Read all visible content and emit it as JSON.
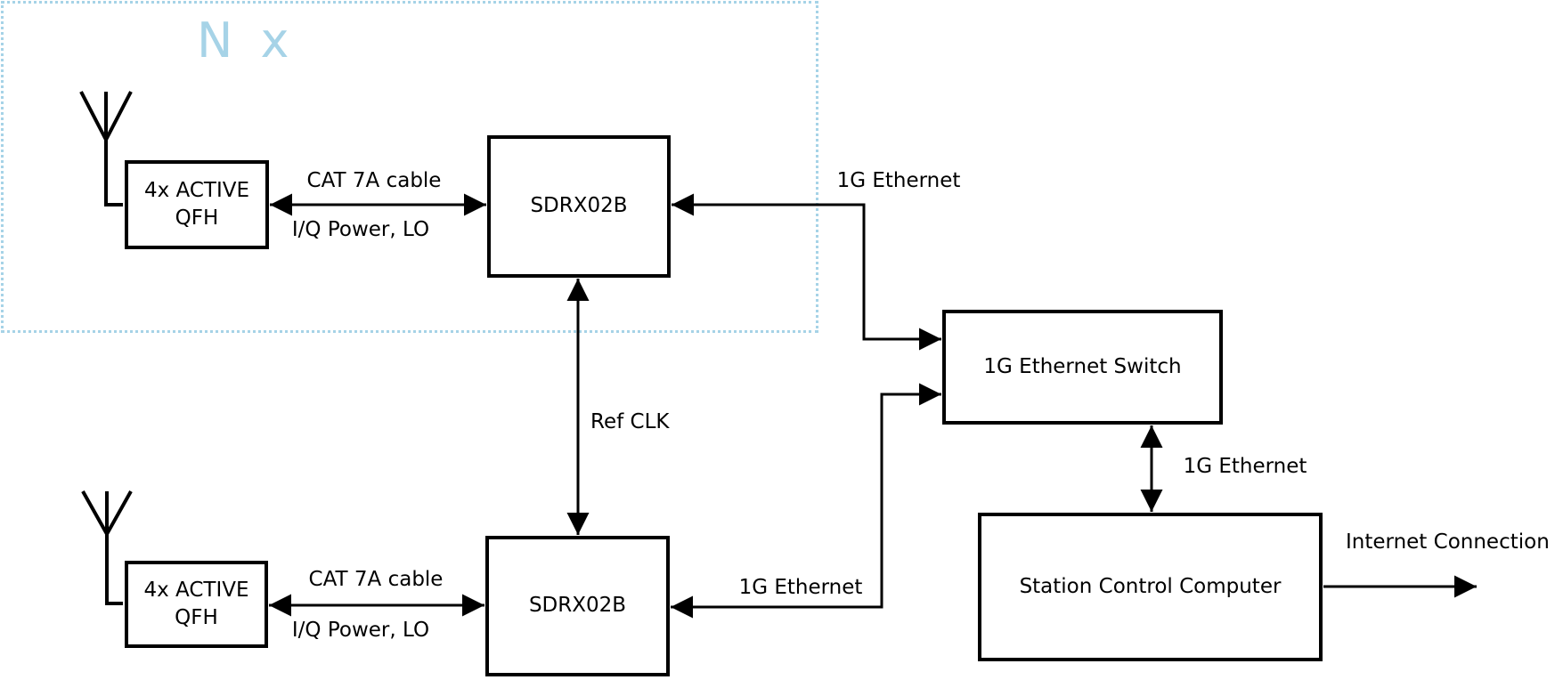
{
  "repeat_frame": {
    "label": "N x"
  },
  "nodes": {
    "qfh_top": {
      "label": "4x ACTIVE\nQFH"
    },
    "sdrx_top": {
      "label": "SDRX02B"
    },
    "qfh_bottom": {
      "label": "4x ACTIVE\nQFH"
    },
    "sdrx_bottom": {
      "label": "SDRX02B"
    },
    "ethernet_switch": {
      "label": "1G Ethernet Switch"
    },
    "station_computer": {
      "label": "Station Control Computer"
    }
  },
  "edges": {
    "cat7a_top": {
      "above": "CAT 7A cable",
      "below": "I/Q Power, LO"
    },
    "cat7a_bottom": {
      "above": "CAT 7A cable",
      "below": "I/Q Power, LO"
    },
    "ref_clk": {
      "label": "Ref CLK"
    },
    "ethernet_top": {
      "label": "1G Ethernet"
    },
    "ethernet_bottom": {
      "label": "1G Ethernet"
    },
    "ethernet_switch_link": {
      "label": "1G Ethernet"
    },
    "internet": {
      "label": "Internet Connection"
    }
  },
  "colors": {
    "accent_blue": "#a6d3e7",
    "line": "#000000",
    "background": "#ffffff"
  }
}
